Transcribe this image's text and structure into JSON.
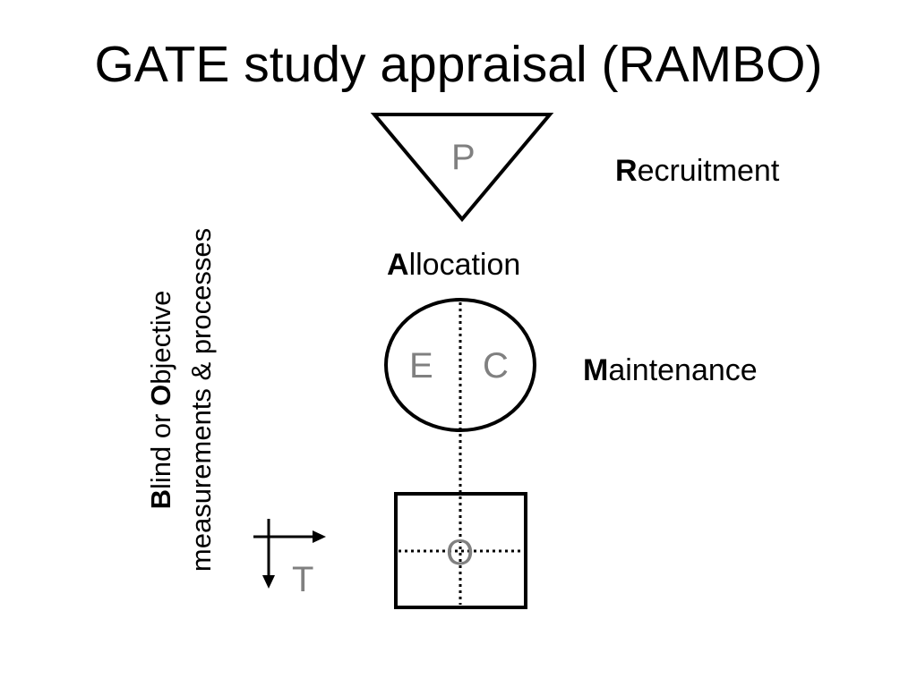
{
  "slide": {
    "title": "GATE study appraisal (RAMBO)"
  },
  "labels": {
    "recruitment": {
      "initial": "R",
      "rest": "ecruitment"
    },
    "allocation": {
      "initial": "A",
      "rest": "llocation"
    },
    "maintenance": {
      "initial": "M",
      "rest": "aintenance"
    }
  },
  "diagram": {
    "population": "P",
    "exposure_group": "E",
    "comparison_group": "C",
    "outcome": "O",
    "time": "T"
  },
  "side_label": {
    "b_initial": "B",
    "b_rest": "lind or ",
    "o_initial": "O",
    "o_rest": "bjective",
    "line2": "measurements & processes"
  },
  "colors": {
    "text": "#000000",
    "letters": "#808080",
    "background": "#ffffff"
  }
}
